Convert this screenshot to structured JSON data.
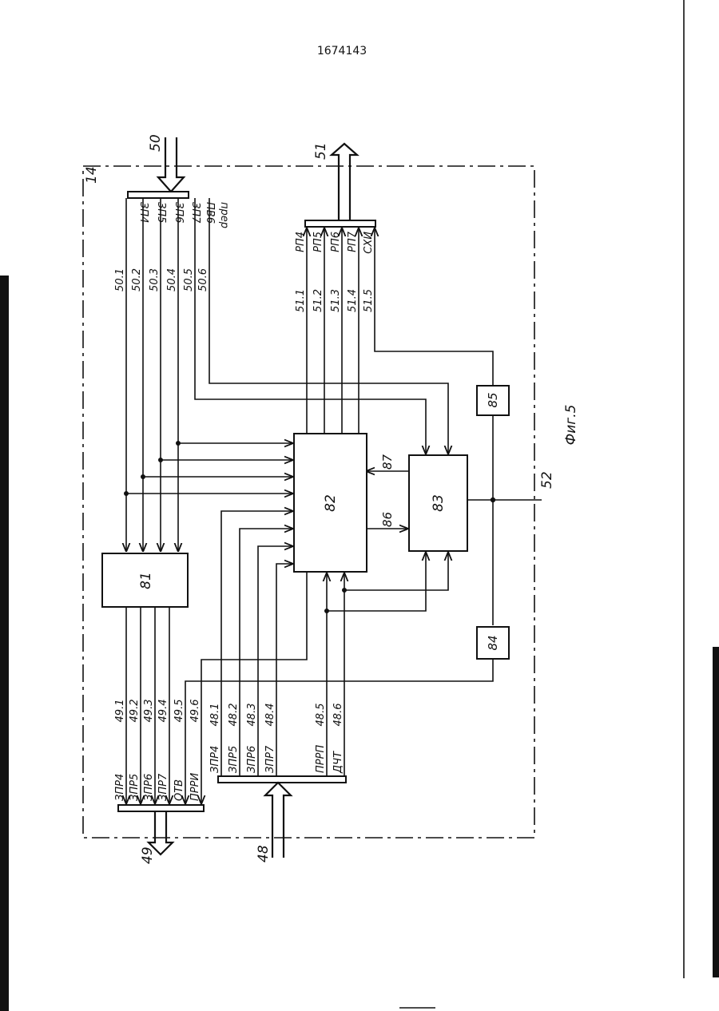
{
  "page": {
    "patent_number": "1674143",
    "figure_caption": "Фиг.5"
  },
  "blocks": {
    "unit": "14",
    "b81": "81",
    "b82": "82",
    "b83": "83",
    "b84": "84",
    "b85": "85"
  },
  "ports": {
    "in50": "50",
    "out51": "51",
    "out49": "49",
    "in48": "48",
    "out52": "52"
  },
  "signals": {
    "line86": "86",
    "line87": "87"
  },
  "bus50": {
    "names": [
      "ЗП4",
      "ЗП5",
      "ЗП6",
      "ЗП7",
      "ПВ6",
      "прер"
    ],
    "numbers": [
      "50.1",
      "50.2",
      "50.3",
      "50.4",
      "50.5",
      "50.6"
    ]
  },
  "bus51": {
    "names": [
      "РП4",
      "РП5",
      "РП6",
      "РП7",
      "СХИ"
    ],
    "numbers": [
      "51.1",
      "51.2",
      "51.3",
      "51.4",
      "51.5"
    ]
  },
  "bus49": {
    "names": [
      "ЗПР4",
      "ЗПР5",
      "ЗПР6",
      "ЗПР7",
      "ОТВ",
      "ПРРИ"
    ],
    "numbers": [
      "49.1",
      "49.2",
      "49.3",
      "49.4",
      "49.5",
      "49.6"
    ]
  },
  "bus48": {
    "names": [
      "ЗПР4",
      "ЗПР5",
      "ЗПР6",
      "ЗПР7",
      "ПРРП",
      "ДЧТ"
    ],
    "numbers": [
      "48.1",
      "48.2",
      "48.3",
      "48.4",
      "48.5",
      "48.6"
    ]
  }
}
